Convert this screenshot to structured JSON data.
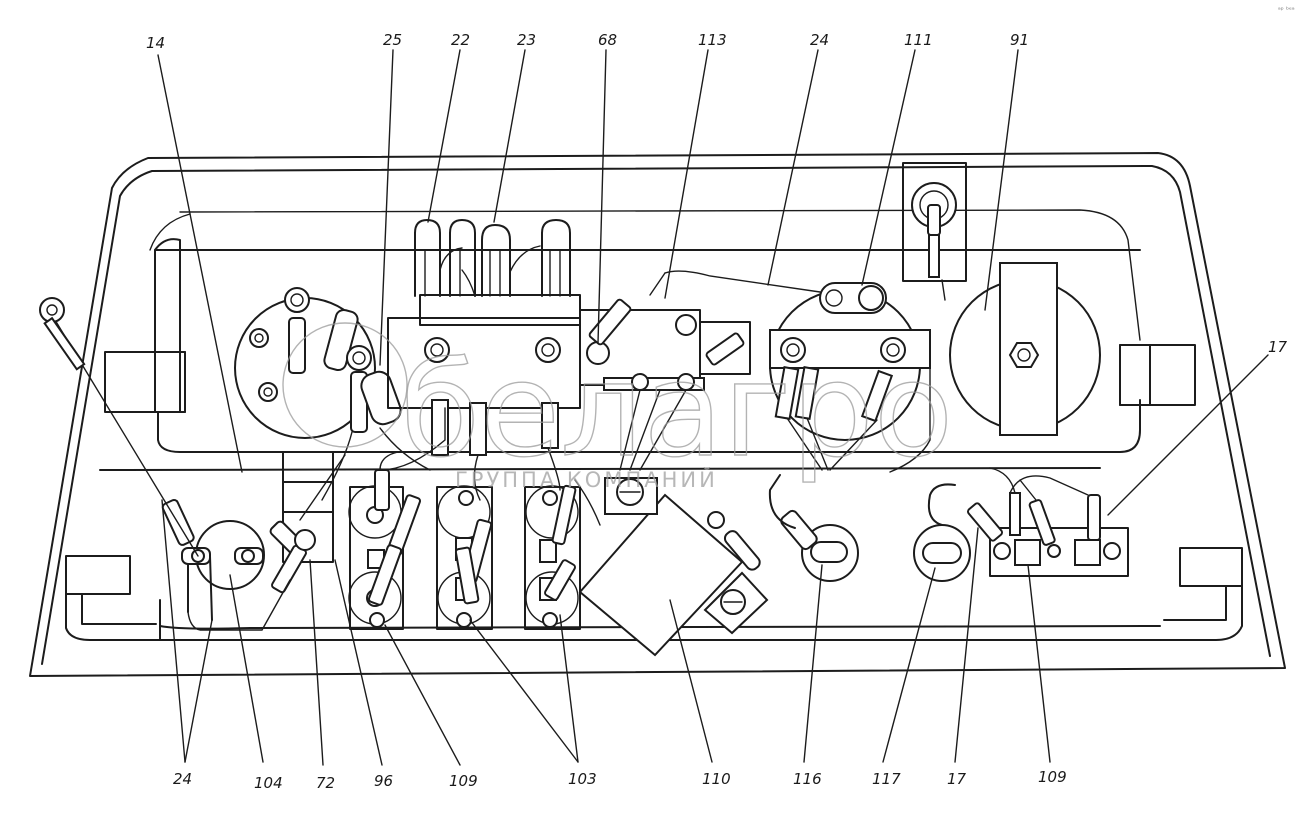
{
  "labels_top": [
    "14",
    "25",
    "22",
    "23",
    "68",
    "113",
    "24",
    "111",
    "91"
  ],
  "labels_right": [
    "17"
  ],
  "labels_bottom": [
    "24",
    "104",
    "72",
    "96",
    "109",
    "103",
    "110",
    "116",
    "117",
    "17",
    "109"
  ],
  "watermark": {
    "brand": "белагро",
    "subtitle": "ГРУППА КОМПАНИЙ"
  },
  "corner_mark": "ᵃᵖ ᵇᵉᵃ"
}
